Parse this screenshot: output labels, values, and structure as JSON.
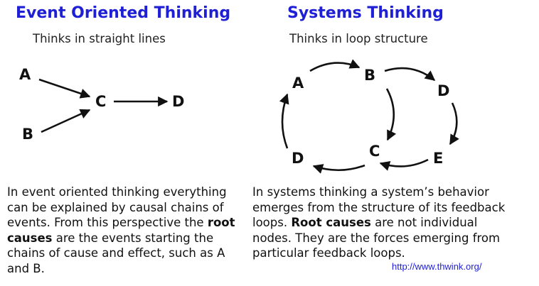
{
  "left": {
    "title": "Event Oriented Thinking",
    "subtitle": "Thinks in straight lines",
    "nodes": {
      "a": "A",
      "b": "B",
      "c": "C",
      "d": "D"
    },
    "description": {
      "part1": "In event oriented thinking everything can be explained by causal chains of events. From this perspective the ",
      "bold": "root causes",
      "part2": " are the events starting the chains of cause and effect, such as A and B."
    }
  },
  "right": {
    "title": "Systems Thinking",
    "subtitle": "Thinks in loop structure",
    "nodes": {
      "a": "A",
      "b": "B",
      "c": "C",
      "d1": "D",
      "d2": "D",
      "e": "E"
    },
    "description": {
      "part1": "In systems thinking a system’s behavior emerges from the structure of its feedback loops. ",
      "bold": "Root causes",
      "part2": " are not individual nodes. They are the forces emerging from particular feedback loops."
    }
  },
  "footer": {
    "url": "http://www.thwink.org/"
  },
  "colors": {
    "title": "#1f1fd6",
    "text": "#111111",
    "link": "#1f1fd6"
  }
}
